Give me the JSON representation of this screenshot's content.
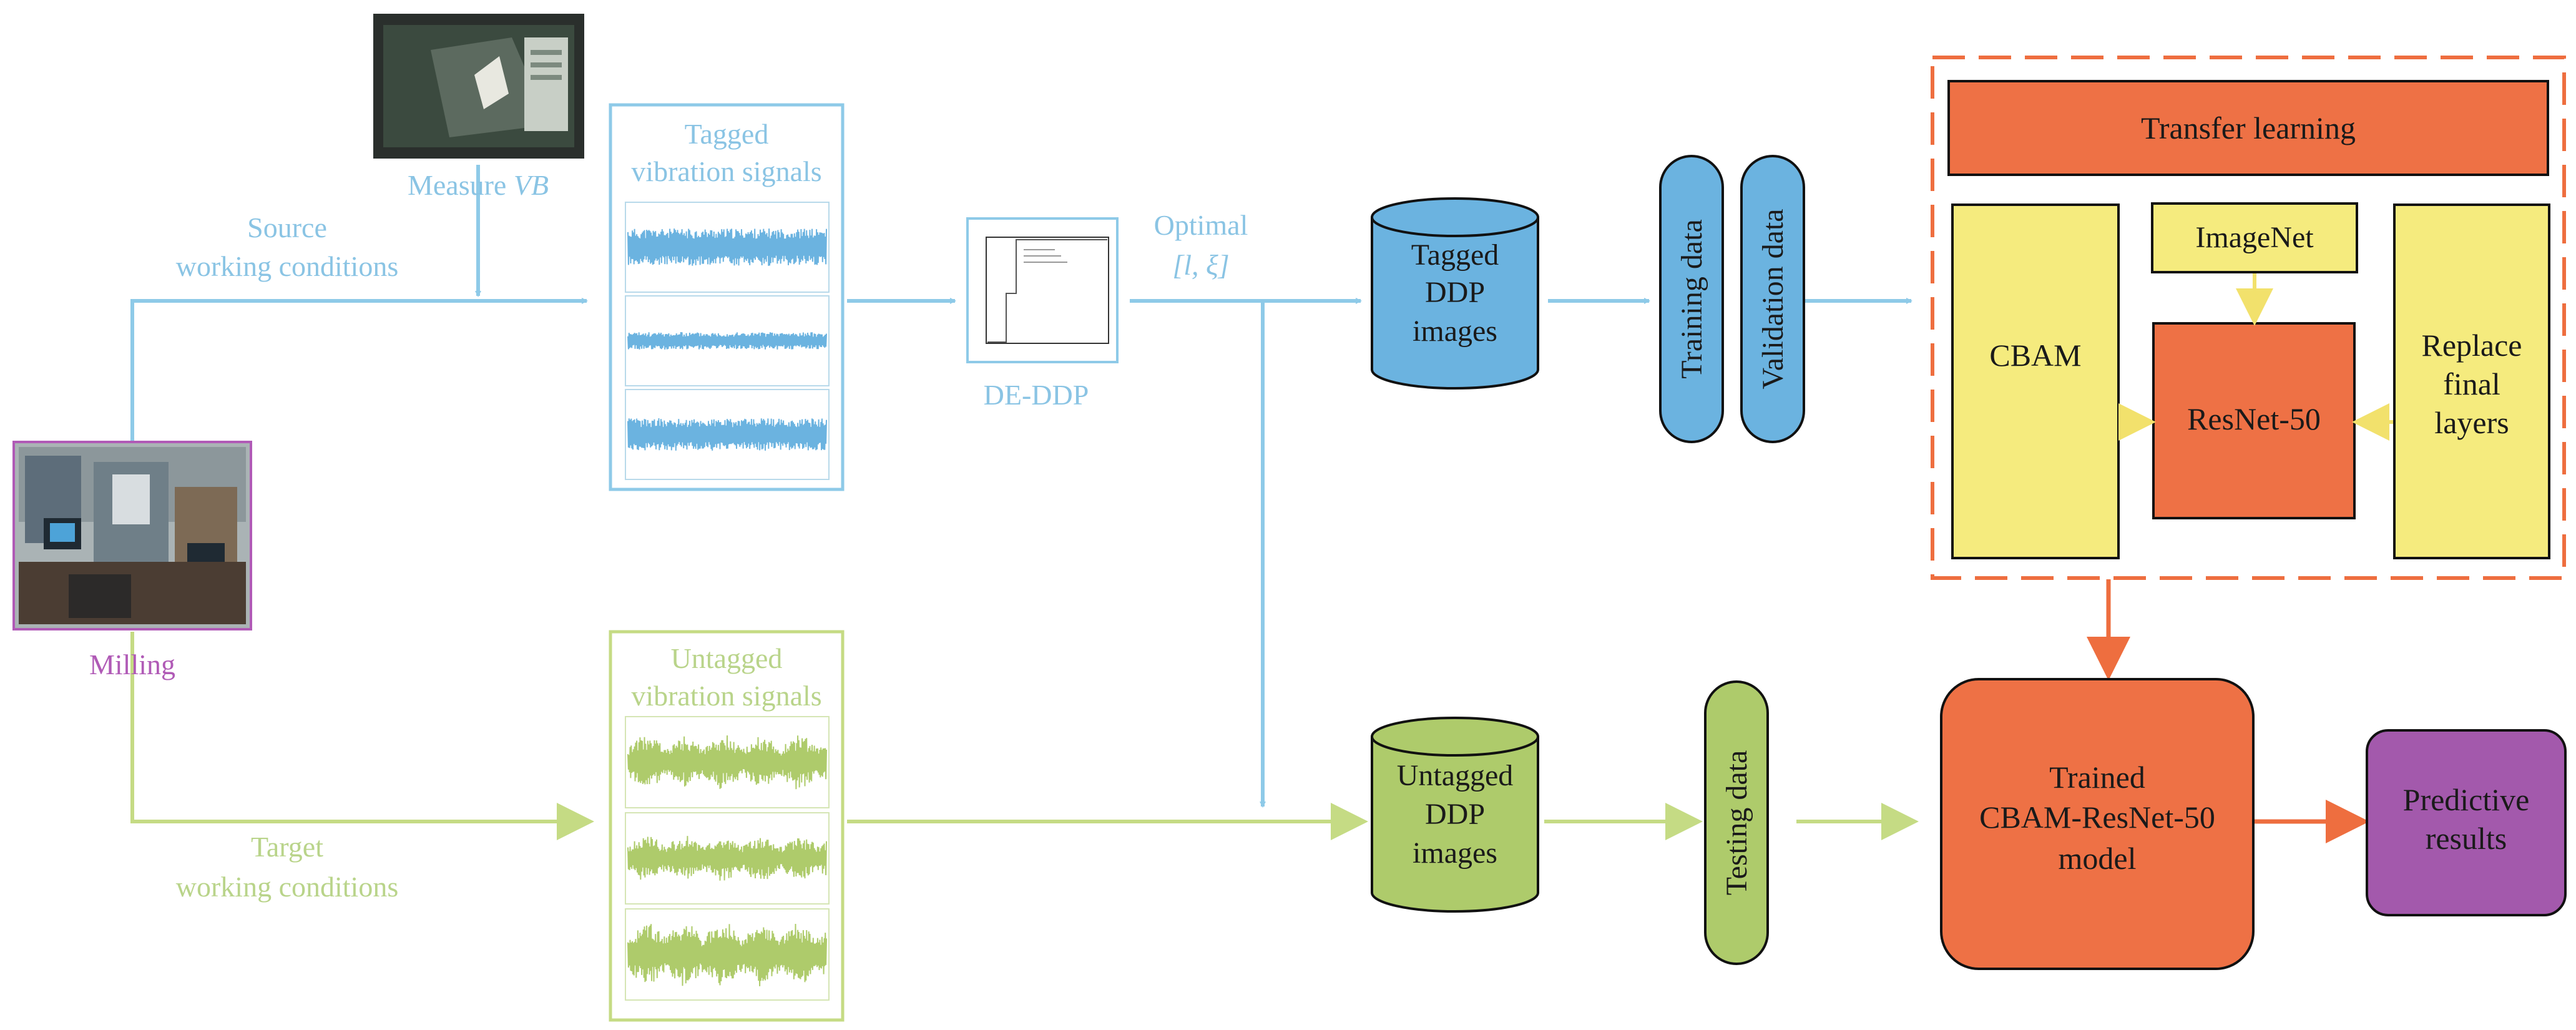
{
  "colors": {
    "blue": "#8ECAE8",
    "blue_fill": "#6BB3E0",
    "blue_text": "#8AC4E4",
    "green": "#C5DB84",
    "green_fill": "#AECB6B",
    "green_text": "#B9D48A",
    "orange": "#EE6E3F",
    "orange_fill": "#EE7145",
    "yellow": "#F2E16C",
    "yellow_fill": "#F5EB7E",
    "purple": "#B05AB6",
    "purple_fill": "#A359AC",
    "dark_text": "#1A1A1A"
  },
  "labels": {
    "measure_prefix": "Measure ",
    "measure_var": "VB",
    "source_line1": "Source",
    "source_line2": "working conditions",
    "target_line1": "Target",
    "target_line2": "working conditions",
    "milling": "Milling",
    "tagged_signals_line1": "Tagged",
    "tagged_signals_line2": "vibration signals",
    "untagged_signals_line1": "Untagged",
    "untagged_signals_line2": "vibration signals",
    "de_ddp": "DE-DDP",
    "optimal_line1": "Optimal",
    "optimal_line2": "[l, ξ]",
    "tagged_ddp_line1": "Tagged",
    "tagged_ddp_line2": "DDP",
    "tagged_ddp_line3": "images",
    "untagged_ddp_line1": "Untagged",
    "untagged_ddp_line2": "DDP",
    "untagged_ddp_line3": "images",
    "training_data": "Training data",
    "validation_data": "Validation data",
    "testing_data": "Testing data",
    "transfer_learning": "Transfer learning",
    "imagenet": "ImageNet",
    "cbam": "CBAM",
    "resnet": "ResNet-50",
    "replace_line1": "Replace",
    "replace_line2": "final",
    "replace_line3": "layers",
    "trained_line1": "Trained",
    "trained_line2": "CBAM-ResNet-50",
    "trained_line3": "model",
    "predictive_line1": "Predictive",
    "predictive_line2": "results"
  }
}
